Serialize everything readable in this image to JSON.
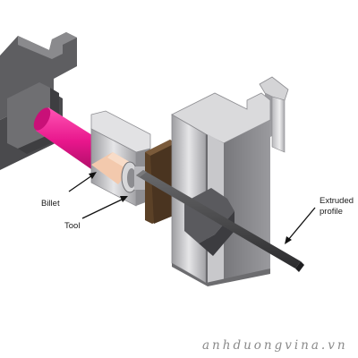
{
  "labels": {
    "billet": "Billet",
    "tool": "Tool",
    "extruded_line1": "Extruded",
    "extruded_line2": "profile"
  },
  "watermark": "anhduongvina.vn",
  "colors": {
    "ram": "#e8168c",
    "billet": "#f3c9ad",
    "die_holder": "#5b4127",
    "profile": "#3f3f41",
    "housing": "#6c6c6f",
    "container_top": "#e0e0e0"
  }
}
